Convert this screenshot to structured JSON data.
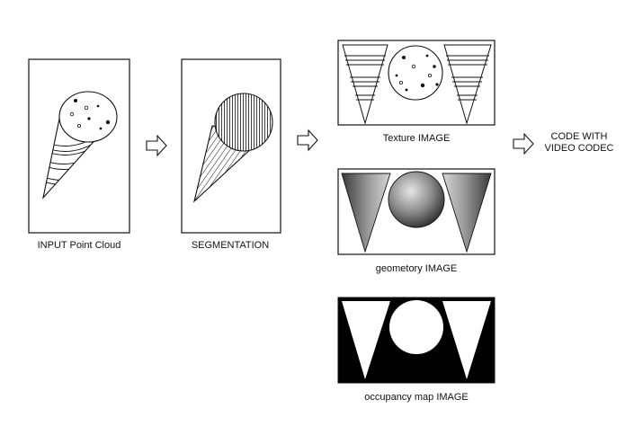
{
  "labels": {
    "input": "INPUT Point Cloud",
    "segmentation": "SEGMENTATION",
    "texture": "Texture IMAGE",
    "geometry": "geometory IMAGE",
    "occupancy": "occupancy map IMAGE",
    "codec_line1": "CODE WITH",
    "codec_line2": "VIDEO CODEC"
  },
  "colors": {
    "ink": "#111111",
    "paper": "#ffffff",
    "occupancy_background": "#000000",
    "geometry_dark": "#2e2e2e",
    "geometry_light": "#dcdcdc"
  }
}
